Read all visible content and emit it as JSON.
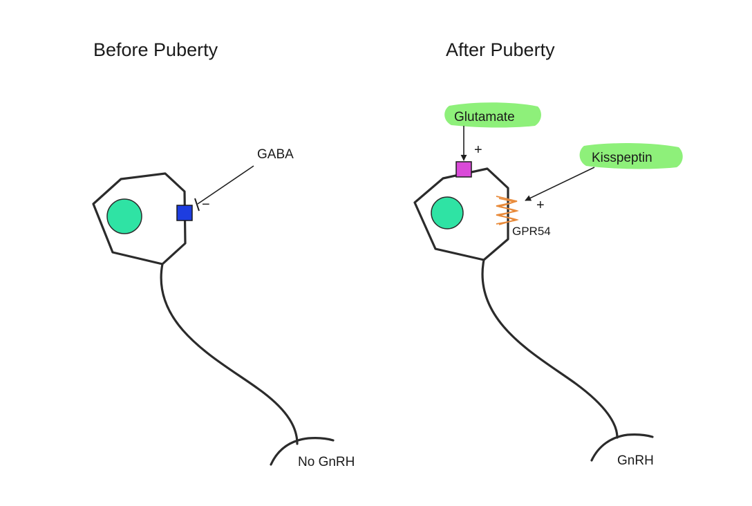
{
  "panels": {
    "before": {
      "title": "Before Puberty",
      "input_label": "GABA",
      "input_sign": "−",
      "output_label": "No GnRH"
    },
    "after": {
      "title": "After Puberty",
      "input1_label": "Glutamate",
      "input1_sign": "+",
      "input2_label": "Kisspeptin",
      "input2_sign": "+",
      "receptor_label": "GPR54",
      "output_label": "GnRH"
    }
  },
  "colors": {
    "nucleus": "#2fe3a4",
    "gaba_receptor": "#1d3de0",
    "glutamate_receptor": "#d94ad8",
    "gpr54": "#e88a3a",
    "highlight": "#8ef07a"
  }
}
